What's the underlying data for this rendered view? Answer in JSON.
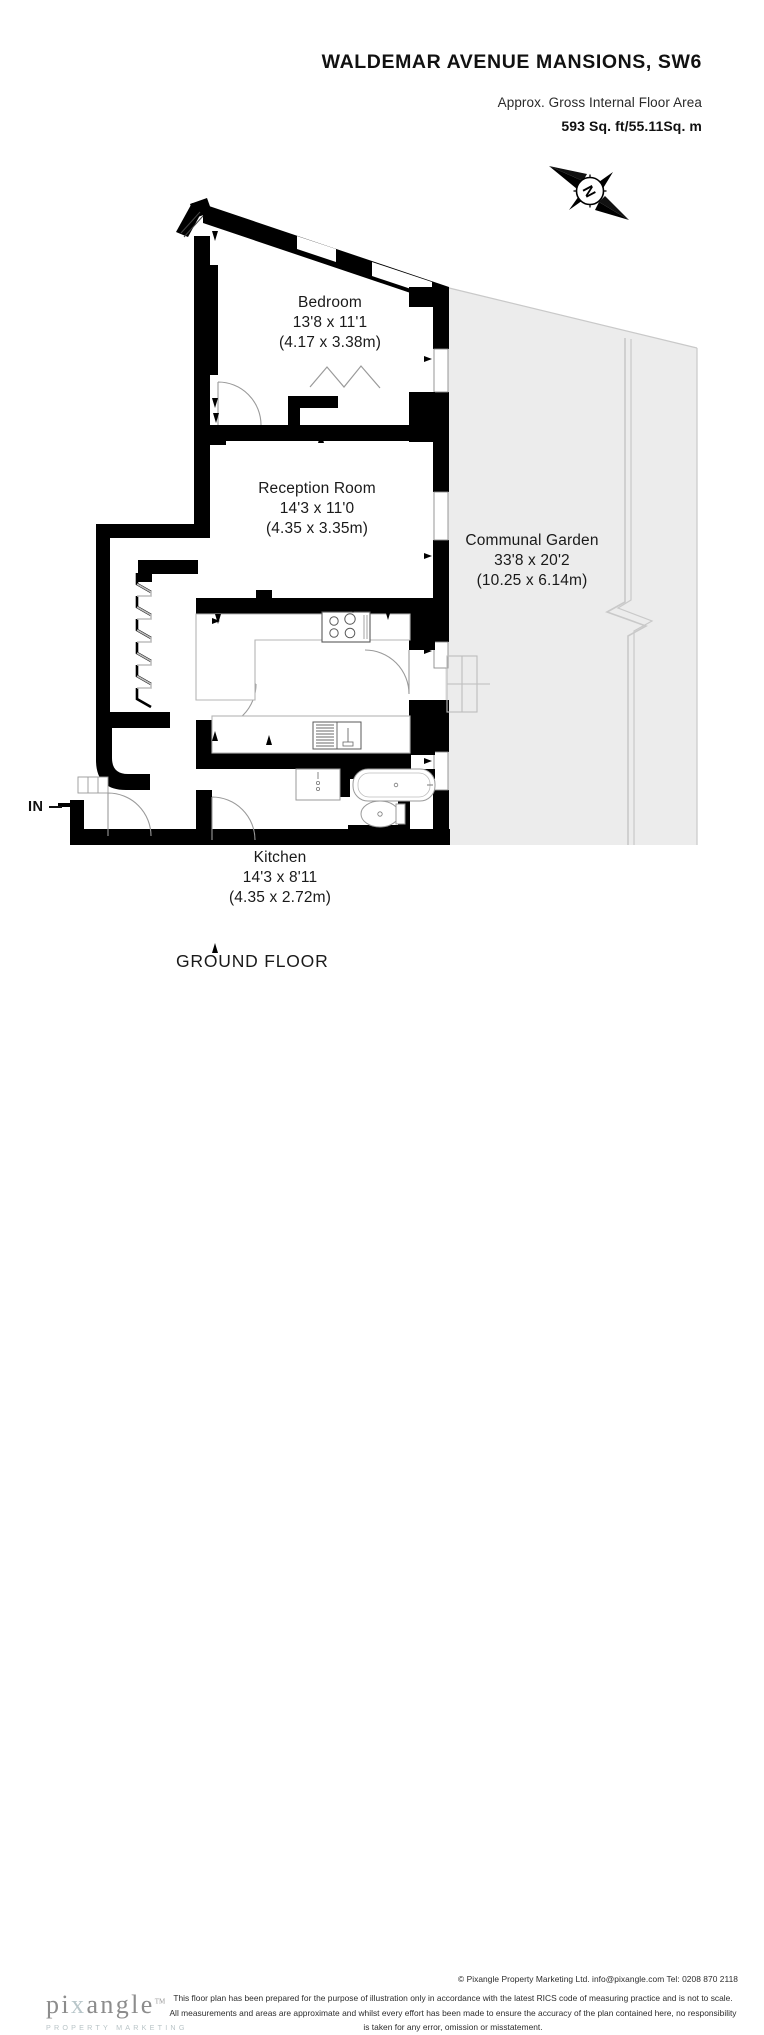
{
  "header": {
    "title": "WALDEMAR AVENUE MANSIONS, SW6",
    "area_label": "Approx. Gross Internal Floor Area",
    "area_value": "593 Sq. ft/55.11Sq. m"
  },
  "compass": {
    "icon": "compass-rose-icon",
    "north_letter": "N"
  },
  "rooms": [
    {
      "key": "bedroom",
      "name": "Bedroom",
      "imperial": "13'8 x 11'1",
      "metric": "(4.17 x 3.38m)"
    },
    {
      "key": "reception",
      "name": "Reception Room",
      "imperial": "14'3 x 11'0",
      "metric": "(4.35 x 3.35m)"
    },
    {
      "key": "garden",
      "name": "Communal Garden",
      "imperial": "33'8 x 20'2",
      "metric": "(10.25 x 6.14m)"
    },
    {
      "key": "kitchen",
      "name": "Kitchen",
      "imperial": "14'3 x 8'11",
      "metric": "(4.35 x 2.72m)"
    }
  ],
  "entrance": {
    "label": "IN"
  },
  "floor": {
    "name": "GROUND FLOOR"
  },
  "logo": {
    "word_pi": "pi",
    "word_x": "x",
    "word_angle": "angle",
    "trademark": "TM",
    "subtitle": "PROPERTY MARKETING"
  },
  "footer": {
    "copyright": "© Pixangle Property Marketing Ltd. info@pixangle.com Tel: 0208 870 2118",
    "disclaimer": "This floor plan has been prepared for the purpose of illustration only in accordance with the latest RICS code of measuring practice and is not to scale. All measurements and areas are approximate and whilst every effort has been made to ensure the accuracy of the plan contained here, no responsibility is taken for any error, omission or misstatement."
  },
  "colors": {
    "wall": "#000000",
    "garden_fill": "#ececec",
    "garden_stroke": "#c9c9c9",
    "fixture_stroke": "#8c8c8c",
    "text": "#1a1a1a",
    "logo_grey": "#8c8c8c",
    "logo_accent": "#b8c6c9"
  }
}
